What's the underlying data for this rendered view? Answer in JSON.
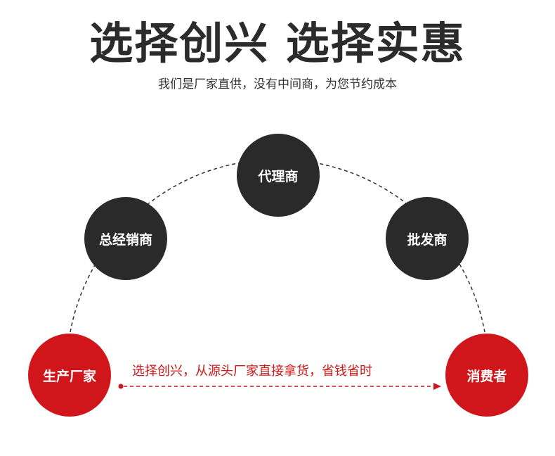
{
  "header": {
    "title": "选择创兴 选择实惠",
    "subtitle": "我们是厂家直供，没有中间商，为您节约成本"
  },
  "nodes": {
    "agent": "代理商",
    "general_distributor": "总经销商",
    "wholesaler": "批发商",
    "manufacturer": "生产厂家",
    "consumer": "消费者"
  },
  "flow": {
    "label": "选择创兴，从源头厂家直接拿货，省钱省时"
  },
  "colors": {
    "dark_node": "#2a2a2a",
    "red_node": "#d0161b",
    "flow_text": "#d01818",
    "dashed_line": "#333333"
  }
}
